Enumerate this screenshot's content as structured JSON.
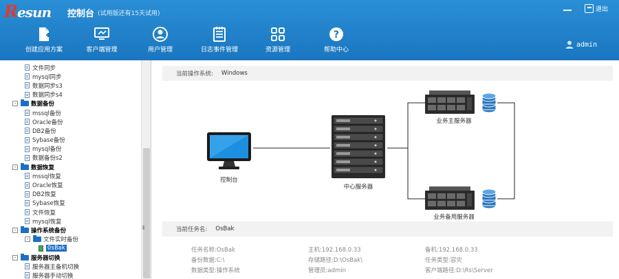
{
  "header": {
    "logo_text": "esun",
    "title": "控制台",
    "trial_note": "(试用版还有15天试用)",
    "logout_label": "退出",
    "user": "admin"
  },
  "nav": [
    {
      "label": "创建应用方案",
      "icon": "new-document-icon"
    },
    {
      "label": "客户端管理",
      "icon": "monitor-icon"
    },
    {
      "label": "用户管理",
      "icon": "user-icon"
    },
    {
      "label": "日志事件管理",
      "icon": "log-list-icon"
    },
    {
      "label": "资源管理",
      "icon": "grid-icon"
    },
    {
      "label": "帮助中心",
      "icon": "help-icon"
    }
  ],
  "tree": [
    {
      "level": 2,
      "label": "文件同步"
    },
    {
      "level": 2,
      "label": "mysql同步"
    },
    {
      "level": 2,
      "label": "数据同步s3"
    },
    {
      "level": 2,
      "label": "数据同步s4"
    },
    {
      "level": 1,
      "label": "数据备份",
      "toggle": "-"
    },
    {
      "level": 2,
      "label": "mssql备份"
    },
    {
      "level": 2,
      "label": "Oracle备份"
    },
    {
      "level": 2,
      "label": "DB2备份"
    },
    {
      "level": 2,
      "label": "Sybase备份"
    },
    {
      "level": 2,
      "label": "mysql备份"
    },
    {
      "level": 2,
      "label": "数据备份s2"
    },
    {
      "level": 1,
      "label": "数据恢复",
      "toggle": "-"
    },
    {
      "level": 2,
      "label": "mssql恢复"
    },
    {
      "level": 2,
      "label": "Oracle恢复"
    },
    {
      "level": 2,
      "label": "DB2恢复"
    },
    {
      "level": 2,
      "label": "Sybase恢复"
    },
    {
      "level": 2,
      "label": "文件恢复"
    },
    {
      "level": 2,
      "label": "mysql恢复"
    },
    {
      "level": 1,
      "label": "操作系统备份",
      "toggle": "-"
    },
    {
      "level": 2,
      "label": "文件实时备份",
      "toggle": "-"
    },
    {
      "level": 3,
      "label": "OsBak",
      "selected": true
    },
    {
      "level": 1,
      "label": "服务器切换",
      "toggle": "-"
    },
    {
      "level": 2,
      "label": "服务器主备机切换"
    },
    {
      "level": 2,
      "label": "服务器手动切换"
    }
  ],
  "os_bar": {
    "label": "当前操作系统:",
    "value": "Windows"
  },
  "diagram": {
    "console": "控制台",
    "center": "中心服务器",
    "primary": "业务主服务器",
    "backup": "业务备用服务器"
  },
  "task_bar": {
    "label": "当前任务名:",
    "value": "OsBak"
  },
  "info": [
    [
      "任务名称:OsBak",
      "主机:192.168.0.33",
      "备机:192.168.0.33"
    ],
    [
      "备份数据:C:\\",
      "存储路径:D:\\OsBak\\",
      "任务类型:容灾"
    ],
    [
      "数据类型:操作系统",
      "管理员:admin",
      "客户端路径:D:\\Rs\\Server"
    ]
  ]
}
